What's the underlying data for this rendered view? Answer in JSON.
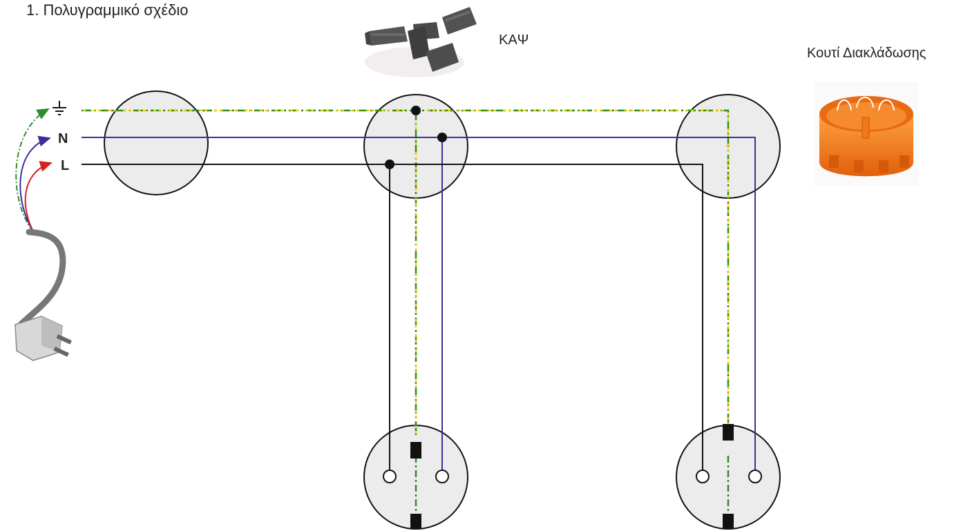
{
  "title": "1. Πολυγραμμικό σχέδιο",
  "connectors_label": "ΚΑΨ",
  "junction_box_label": "Κουτί Διακλάδωσης",
  "terminals": {
    "neutral": "N",
    "live": "L",
    "earth_icon": "earth-ground-icon"
  },
  "colors": {
    "earth_green": "#2e8b2e",
    "earth_yellow": "#e6d200",
    "neutral_blue": "#3a2f9a",
    "live_black": "#111111",
    "live_red": "#d42020",
    "box_fill": "#ececec",
    "box_orange": "#f07818"
  }
}
